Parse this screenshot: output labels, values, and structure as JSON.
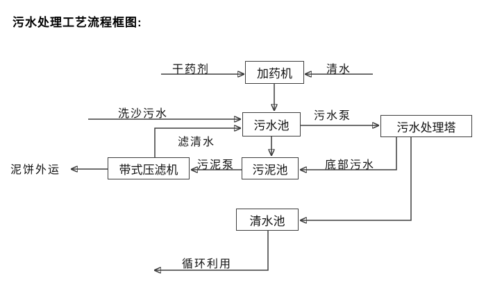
{
  "title": "污水处理工艺流程框图:",
  "nodes": {
    "dosing_machine": {
      "label": "加药机"
    },
    "sewage_pool": {
      "label": "污水池"
    },
    "treatment_tower": {
      "label": "污水处理塔"
    },
    "sludge_pool": {
      "label": "污泥池"
    },
    "belt_filter_press": {
      "label": "带式压滤机"
    },
    "clean_water_pool": {
      "label": "清水池"
    }
  },
  "labels": {
    "dry_chemical": "干药剂",
    "clean_water": "清水",
    "sand_washing_sewage": "洗沙污水",
    "sewage_pump": "污水泵",
    "filtered_water": "滤清水",
    "bottom_sewage": "底部污水",
    "sludge_pump": "污泥泵",
    "mud_cake_out": "泥饼外运",
    "recycle_use": "循环利用"
  },
  "edges": [
    {
      "from": "dry_chemical_input",
      "to": "dosing_machine",
      "label": "干药剂"
    },
    {
      "from": "clean_water_input",
      "to": "dosing_machine",
      "label": "清水"
    },
    {
      "from": "dosing_machine",
      "to": "sewage_pool",
      "label": ""
    },
    {
      "from": "sand_washing_input",
      "to": "sewage_pool",
      "label": "洗沙污水"
    },
    {
      "from": "belt_filter_press",
      "to": "sewage_pool",
      "label": "滤清水"
    },
    {
      "from": "sewage_pool",
      "to": "treatment_tower",
      "label": "污水泵"
    },
    {
      "from": "sewage_pool",
      "to": "sludge_pool",
      "label": ""
    },
    {
      "from": "treatment_tower",
      "to": "sludge_pool",
      "label": "底部污水"
    },
    {
      "from": "treatment_tower",
      "to": "clean_water_pool",
      "label": ""
    },
    {
      "from": "sludge_pool",
      "to": "belt_filter_press",
      "label": "污泥泵"
    },
    {
      "from": "belt_filter_press",
      "to": "mud_cake_output",
      "label": "泥饼外运"
    },
    {
      "from": "clean_water_pool",
      "to": "recycle_output",
      "label": "循环利用"
    }
  ],
  "colors": {
    "background": "#ffffff",
    "line": "#3b3b3b",
    "box_border": "#3b3b3b",
    "box_fill": "#ffffff",
    "text": "#111111"
  }
}
